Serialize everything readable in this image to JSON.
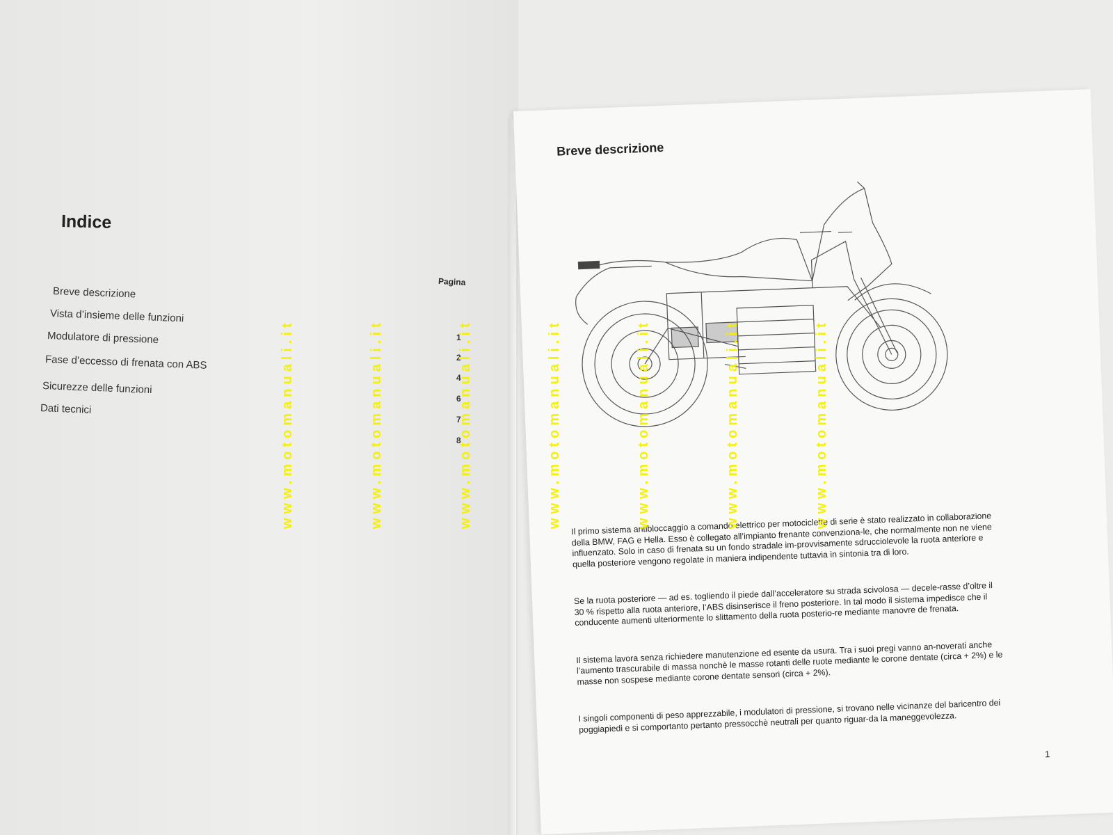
{
  "left_page": {
    "title": "Indice",
    "page_column_label": "Pagina",
    "toc": [
      {
        "label": "Breve descrizione",
        "page": "1"
      },
      {
        "label": "Vista d’insieme delle funzioni",
        "page": "2"
      },
      {
        "label": "Modulatore di pressione",
        "page": "4"
      },
      {
        "label": "Fase d’eccesso di frenata con ABS",
        "page": "6"
      },
      {
        "label": "Sicurezze delle funzioni",
        "page": "7"
      },
      {
        "label": "Dati tecnici",
        "page": "8"
      }
    ]
  },
  "right_page": {
    "title": "Breve descrizione",
    "paragraphs": [
      "Il primo sistema antibloccaggio a comando elettrico per motociclette di serie è stato realizzato in collaborazione della BMW, FAG e Hella. Esso è collegato all’impianto frenante convenziona-le, che normalmente non ne viene influenzato. Solo in caso di frenata su un fondo stradale im-provvisamente sdrucciolevole la ruota anteriore e quella posteriore vengono regolate in maniera indipendente tuttavia in sintonia tra di loro.",
      "Se la ruota posteriore — ad es. togliendo il piede dall’acceleratore su strada scivolosa — decele-rasse d’oltre il 30 % rispetto alla ruota anteriore, l’ABS disinserisce il freno posteriore. In tal modo il sistema impedisce che il conducente aumenti ulteriormente lo slittamento della ruota posterio-re mediante manovre de frenata.",
      "Il sistema lavora senza richiedere manutenzione ed esente da usura. Tra i suoi pregi vanno an-noverati anche l’aumento trascurabile di massa nonchè le masse rotanti delle ruote mediante le corone dentate (circa + 2%) e le masse non sospese mediante corone dentate sensori (circa + 2%).",
      "I singoli componenti di peso apprezzabile, i modulatori di pressione, si trovano nelle vicinanze del baricentro dei poggiapiedi e si comportanto pertanto pressocchè neutrali per quanto riguar-da la maneggevolezza."
    ],
    "page_number": "1"
  },
  "watermark": {
    "text": "www.motomanuali.it",
    "color": "#f4f000"
  }
}
